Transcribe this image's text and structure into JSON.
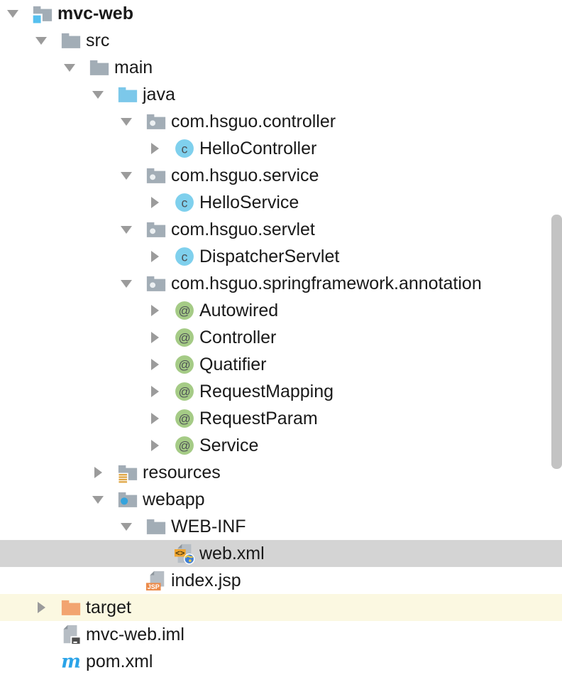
{
  "tree": {
    "rows": [
      {
        "name": "mvc-web",
        "level": 0,
        "icon": "project-folder-icon",
        "arrow": "expanded",
        "bold": true,
        "selected": false,
        "excluded": false
      },
      {
        "name": "src",
        "level": 1,
        "icon": "folder-icon",
        "arrow": "expanded",
        "bold": false,
        "selected": false,
        "excluded": false
      },
      {
        "name": "main",
        "level": 2,
        "icon": "folder-icon",
        "arrow": "expanded",
        "bold": false,
        "selected": false,
        "excluded": false
      },
      {
        "name": "java",
        "level": 3,
        "icon": "source-folder-icon",
        "arrow": "expanded",
        "bold": false,
        "selected": false,
        "excluded": false
      },
      {
        "name": "com.hsguo.controller",
        "level": 4,
        "icon": "package-icon",
        "arrow": "expanded",
        "bold": false,
        "selected": false,
        "excluded": false
      },
      {
        "name": "HelloController",
        "level": 5,
        "icon": "class-icon",
        "arrow": "collapsed",
        "bold": false,
        "selected": false,
        "excluded": false
      },
      {
        "name": "com.hsguo.service",
        "level": 4,
        "icon": "package-icon",
        "arrow": "expanded",
        "bold": false,
        "selected": false,
        "excluded": false
      },
      {
        "name": "HelloService",
        "level": 5,
        "icon": "class-icon",
        "arrow": "collapsed",
        "bold": false,
        "selected": false,
        "excluded": false
      },
      {
        "name": "com.hsguo.servlet",
        "level": 4,
        "icon": "package-icon",
        "arrow": "expanded",
        "bold": false,
        "selected": false,
        "excluded": false
      },
      {
        "name": "DispatcherServlet",
        "level": 5,
        "icon": "class-icon",
        "arrow": "collapsed",
        "bold": false,
        "selected": false,
        "excluded": false
      },
      {
        "name": "com.hsguo.springframework.annotation",
        "level": 4,
        "icon": "package-icon",
        "arrow": "expanded",
        "bold": false,
        "selected": false,
        "excluded": false
      },
      {
        "name": "Autowired",
        "level": 5,
        "icon": "annotation-icon",
        "arrow": "collapsed",
        "bold": false,
        "selected": false,
        "excluded": false
      },
      {
        "name": "Controller",
        "level": 5,
        "icon": "annotation-icon",
        "arrow": "collapsed",
        "bold": false,
        "selected": false,
        "excluded": false
      },
      {
        "name": "Quatifier",
        "level": 5,
        "icon": "annotation-icon",
        "arrow": "collapsed",
        "bold": false,
        "selected": false,
        "excluded": false
      },
      {
        "name": "RequestMapping",
        "level": 5,
        "icon": "annotation-icon",
        "arrow": "collapsed",
        "bold": false,
        "selected": false,
        "excluded": false
      },
      {
        "name": "RequestParam",
        "level": 5,
        "icon": "annotation-icon",
        "arrow": "collapsed",
        "bold": false,
        "selected": false,
        "excluded": false
      },
      {
        "name": "Service",
        "level": 5,
        "icon": "annotation-icon",
        "arrow": "collapsed",
        "bold": false,
        "selected": false,
        "excluded": false
      },
      {
        "name": "resources",
        "level": 3,
        "icon": "resources-folder-icon",
        "arrow": "collapsed",
        "bold": false,
        "selected": false,
        "excluded": false
      },
      {
        "name": "webapp",
        "level": 3,
        "icon": "web-folder-icon",
        "arrow": "expanded",
        "bold": false,
        "selected": false,
        "excluded": false
      },
      {
        "name": "WEB-INF",
        "level": 4,
        "icon": "folder-icon",
        "arrow": "expanded",
        "bold": false,
        "selected": false,
        "excluded": false
      },
      {
        "name": "web.xml",
        "level": 5,
        "icon": "webxml-file-icon",
        "arrow": "none",
        "bold": false,
        "selected": true,
        "excluded": false
      },
      {
        "name": "index.jsp",
        "level": 4,
        "icon": "jsp-file-icon",
        "arrow": "none",
        "bold": false,
        "selected": false,
        "excluded": false
      },
      {
        "name": "target",
        "level": 1,
        "icon": "excluded-folder-icon",
        "arrow": "collapsed",
        "bold": false,
        "selected": false,
        "excluded": true
      },
      {
        "name": "mvc-web.iml",
        "level": 1,
        "icon": "iml-file-icon",
        "arrow": "none",
        "bold": false,
        "selected": false,
        "excluded": false
      },
      {
        "name": "pom.xml",
        "level": 1,
        "icon": "maven-icon",
        "arrow": "none",
        "bold": false,
        "selected": false,
        "excluded": false
      }
    ]
  },
  "icon_glyphs": {
    "class_letter": "c",
    "annotation_glyph": "@",
    "xml_badge": "<>",
    "jsp_badge": "JSP",
    "maven_letter": "m"
  },
  "colors": {
    "folder_gray": "#a2adb6",
    "folder_blue": "#7cc8ea",
    "folder_orange": "#f2a470",
    "project_badge_blue": "#56c0ef",
    "package_dot": "#ecf0f2",
    "web_dot_blue": "#34a3dc",
    "resources_bars_orange": "#dfa440",
    "class_circle_blue": "#7fd0ed",
    "annotation_circle_green": "#a5cb86",
    "icon_letter_gray": "#4e5256",
    "page_gray": "#b6bdc4",
    "page_fold_gray": "#8d959c",
    "xml_badge_orange": "#f0a52f",
    "globe_blue": "#3f7fd6",
    "globe_land_yellow": "#e3c84e",
    "jsp_badge_orange": "#ec8b4b",
    "iml_badge_dark": "#4d4d4d",
    "maven_blue": "#2aa3e8",
    "arrow_gray": "#9b9b9b",
    "text_color": "#191919",
    "selected_row_bg": "#d4d4d4",
    "excluded_row_bg": "#fbf8e1",
    "scrollbar_thumb": "#c3c3c3"
  }
}
